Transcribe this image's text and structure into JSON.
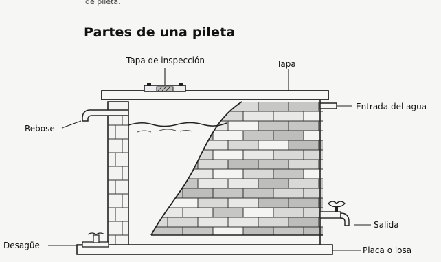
{
  "header": {
    "cut_text": "de pileta.",
    "title": "Partes de una pileta"
  },
  "labels": {
    "inspeccion": "Tapa de inspección",
    "tapa": "Tapa",
    "entrada": "Entrada del agua",
    "rebose": "Rebose",
    "salida": "Salida",
    "desague": "Desagüe",
    "placa": "Placa o losa"
  }
}
